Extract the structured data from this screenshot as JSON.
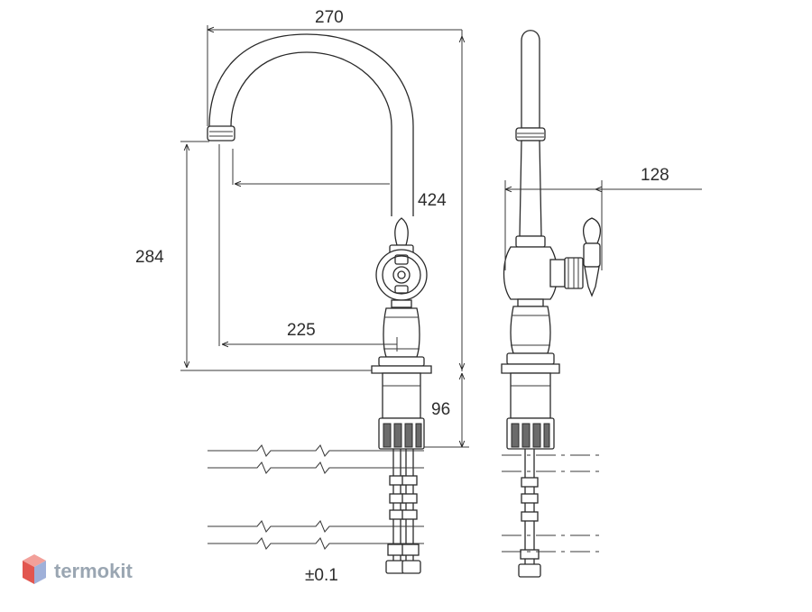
{
  "dimensions": {
    "spout_reach": "270",
    "total_height": "424",
    "spout_height": "284",
    "lever_to_spout": "225",
    "side_depth": "128",
    "base_height": "96"
  },
  "tolerance": "±0.1",
  "brand": {
    "name": "termokit",
    "colors": {
      "hex_top": "#f2a09a",
      "hex_left": "#e2564f",
      "hex_right": "#9fb0d9",
      "text": "#9aa6b2"
    }
  }
}
